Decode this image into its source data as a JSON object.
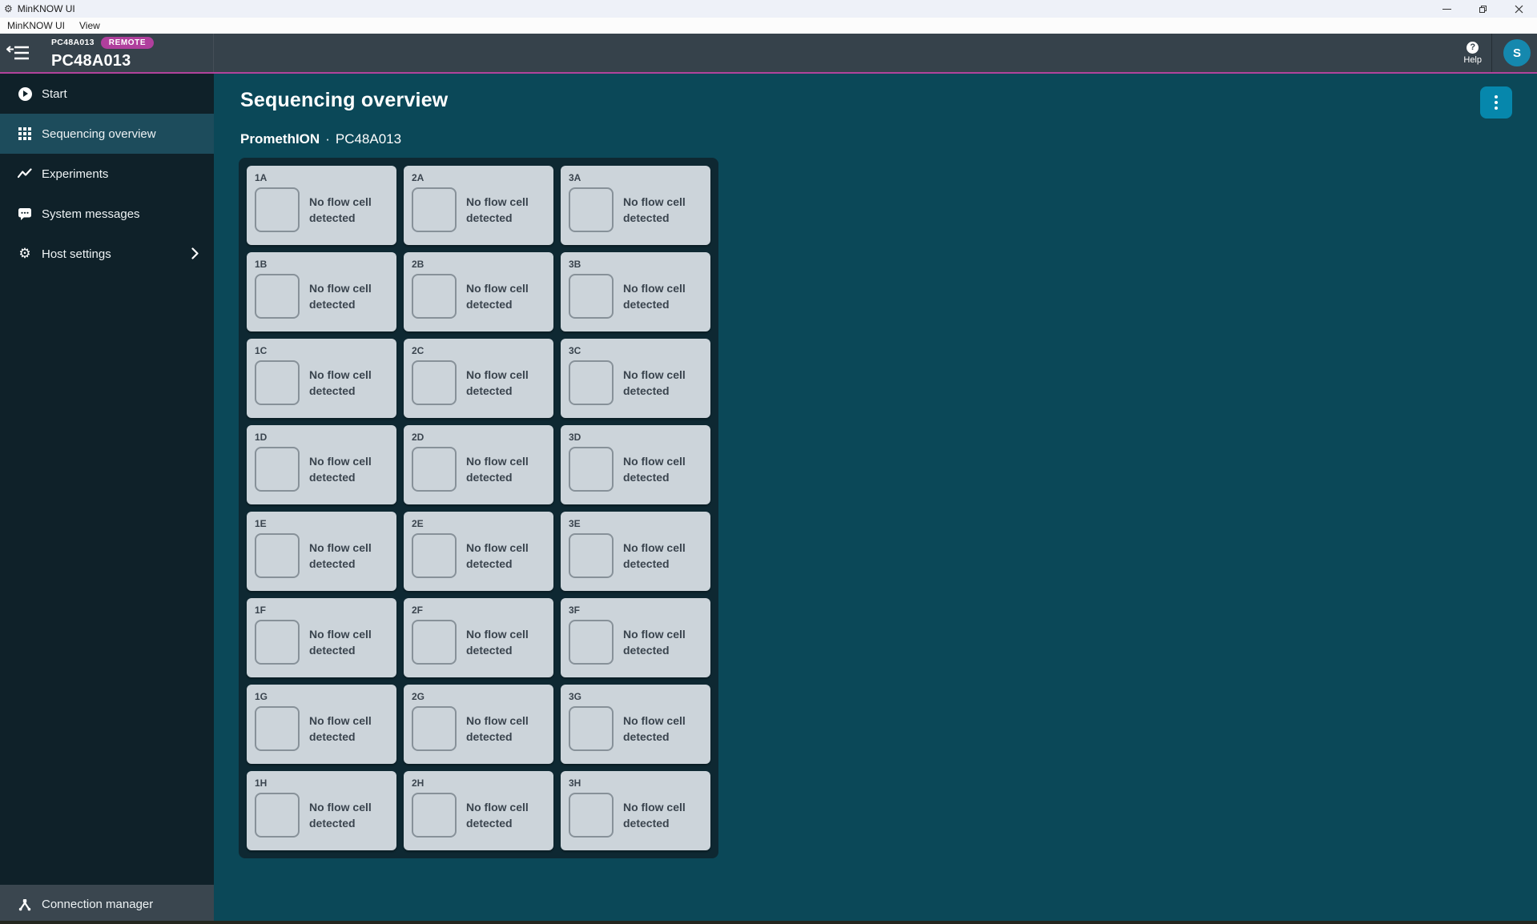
{
  "titlebar": {
    "app_title": "MinKNOW UI"
  },
  "menubar": {
    "items": [
      {
        "label": "MinKNOW UI"
      },
      {
        "label": "View"
      }
    ]
  },
  "appbar": {
    "device_name_small": "PC48A013",
    "remote_badge": "REMOTE",
    "device_name_large": "PC48A013",
    "help_label": "Help",
    "avatar_initial": "S"
  },
  "sidebar": {
    "items": [
      {
        "label": "Start"
      },
      {
        "label": "Sequencing overview"
      },
      {
        "label": "Experiments"
      },
      {
        "label": "System messages"
      },
      {
        "label": "Host settings"
      }
    ],
    "footer_label": "Connection manager"
  },
  "main": {
    "page_title": "Sequencing overview",
    "instrument": "PromethION",
    "separator": "·",
    "instrument_id": "PC48A013",
    "status_text": "No flow cell detected",
    "positions": [
      "1A",
      "2A",
      "3A",
      "1B",
      "2B",
      "3B",
      "1C",
      "2C",
      "3C",
      "1D",
      "2D",
      "3D",
      "1E",
      "2E",
      "3E",
      "1F",
      "2F",
      "3F",
      "1G",
      "2G",
      "3G",
      "1H",
      "2H",
      "3H"
    ]
  },
  "colors": {
    "accent_magenta": "#b2439c",
    "remote_badge_bg": "#b03f9d",
    "header_bg": "#36424b",
    "sidebar_bg": "#0f2129",
    "sidebar_active_bg": "#1d4c5c",
    "content_bg": "#0b4858",
    "grid_panel_bg": "#0e2832",
    "card_bg": "#ccd4da",
    "action_button_bg": "#0687ac",
    "avatar_bg": "#1588ae"
  }
}
